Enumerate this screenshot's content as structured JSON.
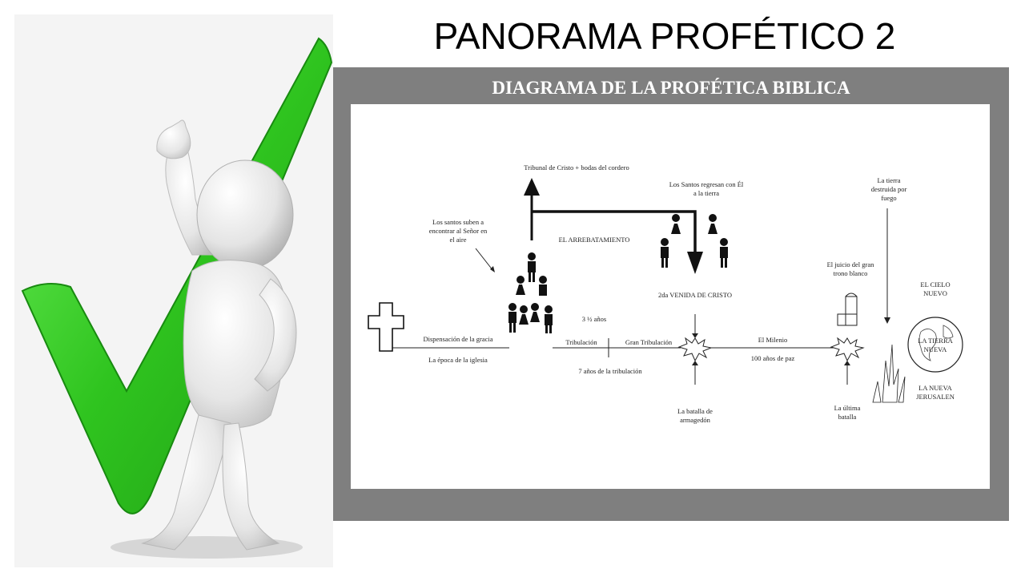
{
  "slide": {
    "title": "PANORAMA PROFÉTICO 2"
  },
  "clipart": {
    "icon": "check-mark-3d-figure-icon",
    "check_color": "#3fd12e"
  },
  "diagram": {
    "heading": "DIAGRAMA DE LA PROFÉTICA BIBLICA",
    "frame_color": "#7f7f7f",
    "labels": {
      "tribunal": "Tribunal de Cristo + bodas del cordero",
      "santos_regresan_1": "Los Santos regresan con Él",
      "santos_regresan_2": "a la tierra",
      "santos_suben_1": "Los santos suben a",
      "santos_suben_2": "encontrar al Señor en",
      "santos_suben_3": "el aire",
      "arrebatamiento": "EL ARREBATAMIENTO",
      "segunda_venida": "2da VENIDA DE CRISTO",
      "tres_anos": "3 ½ años",
      "dispensacion": "Dispensación de la gracia",
      "epoca_iglesia": "La época de la iglesia",
      "tribulacion": "Tribulación",
      "gran_tribulacion": "Gran Tribulación",
      "siete_anos": "7 años de la tribulación",
      "milenio": "El Milenio",
      "cien_anos": "100 años de paz",
      "armagedon_1": "La batalla de",
      "armagedon_2": "armagedón",
      "juicio_1": "El juicio del gran",
      "juicio_2": "trono blanco",
      "ultima_1": "La última",
      "ultima_2": "batalla",
      "tierra_fuego_1": "La tierra",
      "tierra_fuego_2": "destruida por",
      "tierra_fuego_3": "fuego",
      "cielo_nuevo_1": "EL CIELO",
      "cielo_nuevo_2": "NUEVO",
      "tierra_nueva_1": "LA TIERRA",
      "tierra_nueva_2": "NUEVA",
      "nueva_jerusalen_1": "LA NUEVA",
      "nueva_jerusalen_2": "JERUSALEN"
    }
  }
}
